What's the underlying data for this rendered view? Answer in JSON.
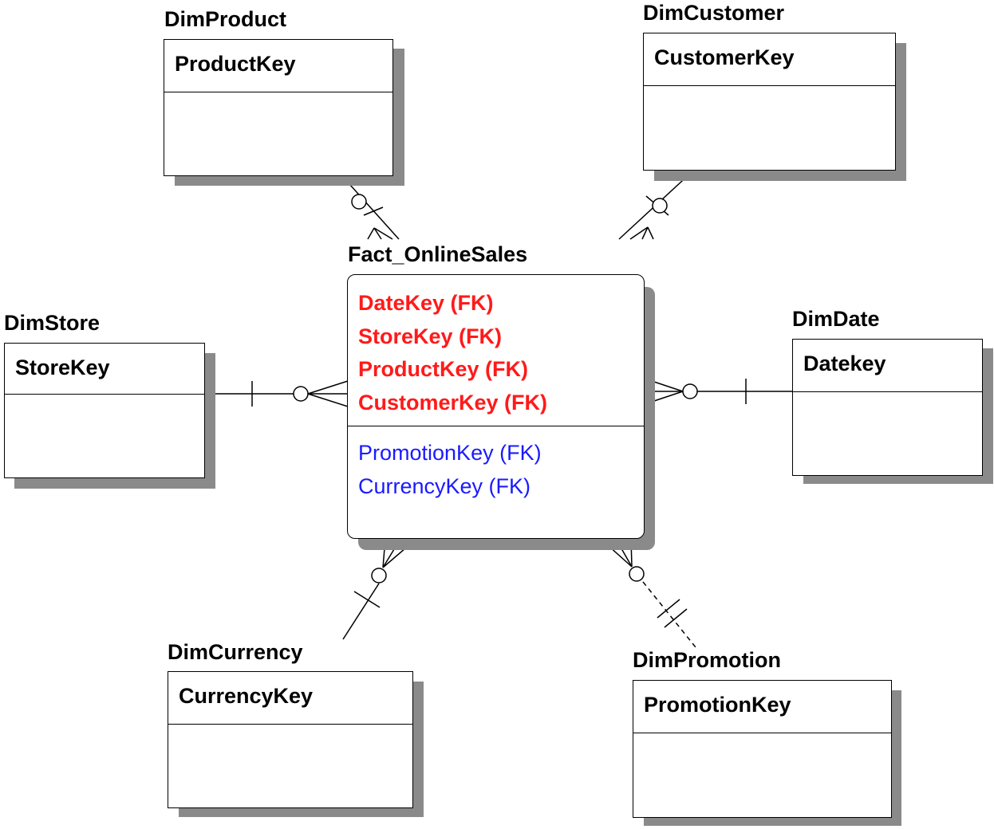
{
  "colors": {
    "required_fk": "#ff1a1a",
    "optional_fk": "#1a1aff",
    "shadow": "#8a8a8a",
    "line": "#000000"
  },
  "fact": {
    "name": "Fact_OnlineSales",
    "required_keys": [
      "DateKey (FK)",
      "StoreKey (FK)",
      "ProductKey (FK)",
      "CustomerKey (FK)"
    ],
    "optional_keys": [
      "PromotionKey (FK)",
      "CurrencyKey (FK)"
    ]
  },
  "dims": {
    "product": {
      "name": "DimProduct",
      "key": "ProductKey"
    },
    "customer": {
      "name": "DimCustomer",
      "key": "CustomerKey"
    },
    "store": {
      "name": "DimStore",
      "key": "StoreKey"
    },
    "date": {
      "name": "DimDate",
      "key": "Datekey"
    },
    "currency": {
      "name": "DimCurrency",
      "key": "CurrencyKey"
    },
    "promotion": {
      "name": "DimPromotion",
      "key": "PromotionKey"
    }
  },
  "relationships": [
    {
      "from": "DimProduct",
      "to": "Fact_OnlineSales",
      "cardinality": "one-to-zero-or-many",
      "style": "solid"
    },
    {
      "from": "DimCustomer",
      "to": "Fact_OnlineSales",
      "cardinality": "one-to-zero-or-many",
      "style": "solid"
    },
    {
      "from": "DimStore",
      "to": "Fact_OnlineSales",
      "cardinality": "one-to-zero-or-many",
      "style": "solid"
    },
    {
      "from": "DimDate",
      "to": "Fact_OnlineSales",
      "cardinality": "one-to-zero-or-many",
      "style": "solid"
    },
    {
      "from": "DimCurrency",
      "to": "Fact_OnlineSales",
      "cardinality": "one-to-zero-or-many",
      "style": "solid"
    },
    {
      "from": "DimPromotion",
      "to": "Fact_OnlineSales",
      "cardinality": "one-to-zero-or-many",
      "style": "dashed"
    }
  ]
}
